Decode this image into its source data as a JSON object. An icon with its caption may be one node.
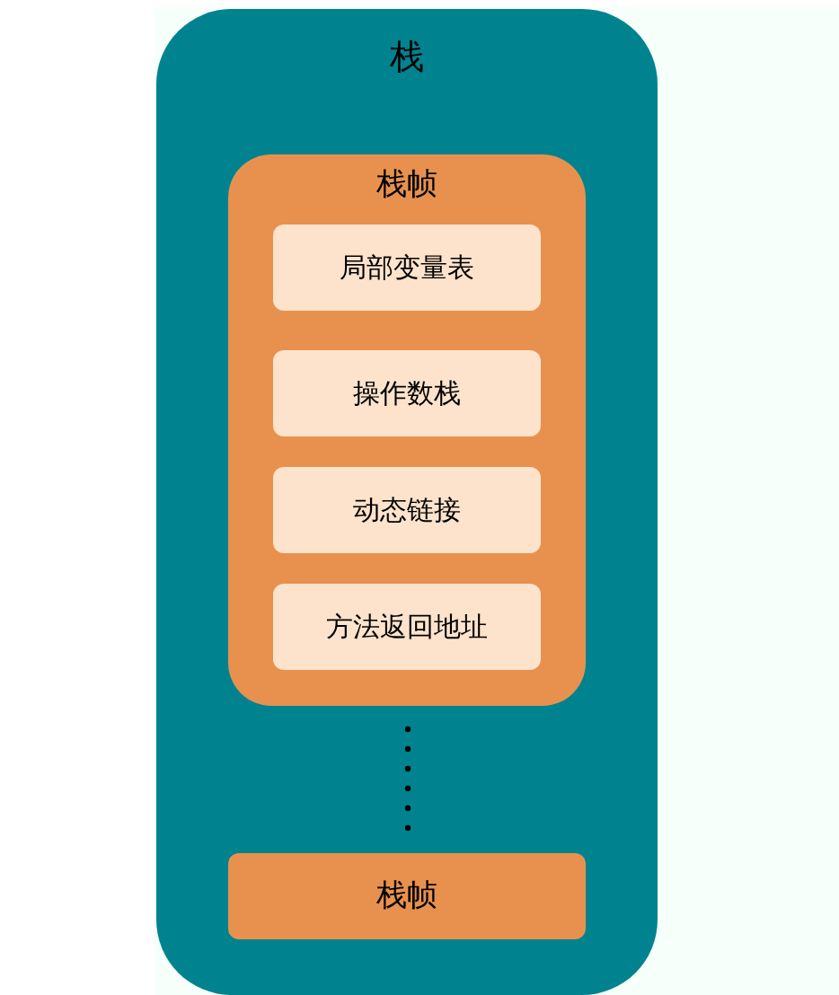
{
  "diagram": {
    "nodes": [
      {
        "text": [
          "栈"
        ]
      },
      {
        "text": [
          "栈帧"
        ],
        "in": 0
      },
      {
        "text": [
          "局部变量表"
        ],
        "in": 1
      },
      {
        "text": [
          "操作数栈"
        ],
        "in": 1
      },
      {
        "text": [
          "动态链接"
        ],
        "in": 1
      },
      {
        "text": [
          "方法返回地址"
        ],
        "in": 1
      },
      {
        "text": [
          "栈帧"
        ],
        "in": 0
      }
    ]
  }
}
